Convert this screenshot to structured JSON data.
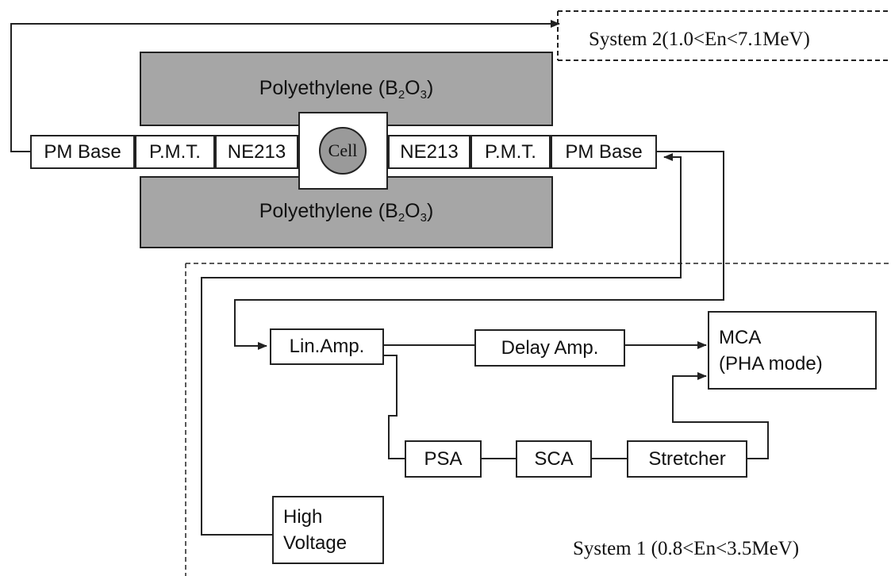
{
  "systems": {
    "system2": "System 2(1.0<En<7.1MeV)",
    "system1": "System 1 (0.8<En<3.5MeV)"
  },
  "shielding": {
    "top": {
      "name": "Polyethylene (B",
      "sub1": "2",
      "mid": "O",
      "sub2": "3",
      "end": ")"
    },
    "bottom": {
      "name": "Polyethylene (B",
      "sub1": "2",
      "mid": "O",
      "sub2": "3",
      "end": ")"
    }
  },
  "detector_row": {
    "left": {
      "pm_base": "PM Base",
      "pmt": "P.M.T.",
      "scint": "NE213"
    },
    "cell": "Cell",
    "right": {
      "scint": "NE213",
      "pmt": "P.M.T.",
      "pm_base": "PM Base"
    }
  },
  "electronics": {
    "lin_amp": "Lin.Amp.",
    "delay_amp": "Delay Amp.",
    "mca_line1": "MCA",
    "mca_line2": "(PHA mode)",
    "psa": "PSA",
    "sca": "SCA",
    "stretcher": "Stretcher",
    "hv_line1": "High",
    "hv_line2": "Voltage"
  },
  "colors": {
    "shield": "#a6a6a6",
    "cell": "#9a9a9a",
    "line": "#222222"
  }
}
